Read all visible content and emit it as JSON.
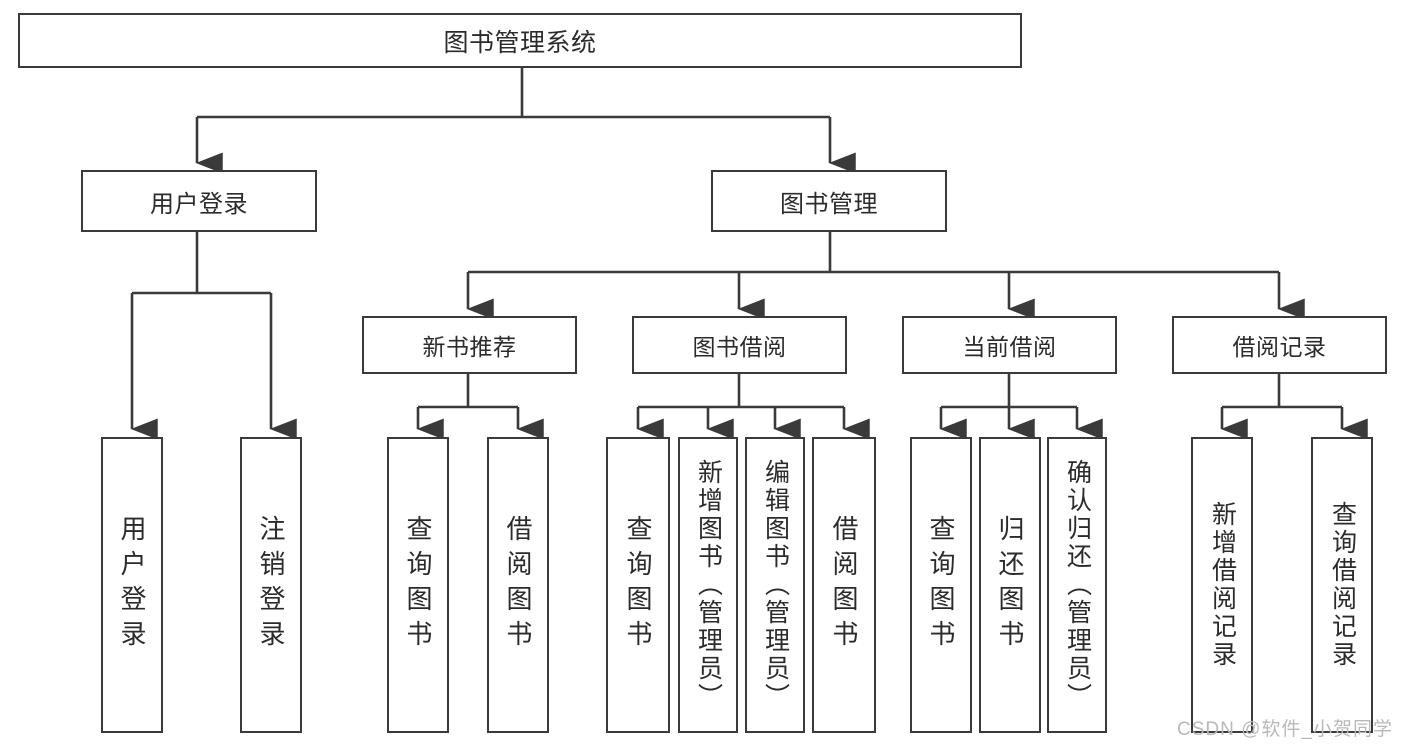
{
  "diagram": {
    "title": "图书管理系统",
    "type": "tree-hierarchy",
    "root": {
      "label": "图书管理系统"
    },
    "level2": [
      {
        "label": "用户登录"
      },
      {
        "label": "图书管理"
      }
    ],
    "level3": [
      {
        "label": "新书推荐"
      },
      {
        "label": "图书借阅"
      },
      {
        "label": "当前借阅"
      },
      {
        "label": "借阅记录"
      }
    ],
    "leaves": {
      "user_login": [
        {
          "label": "用户登录"
        },
        {
          "label": "注销登录"
        }
      ],
      "new_book_recommend": [
        {
          "label": "查询图书"
        },
        {
          "label": "借阅图书"
        }
      ],
      "book_borrow": [
        {
          "label": "查询图书"
        },
        {
          "label": "新增图书（管理员）"
        },
        {
          "label": "编辑图书（管理员）"
        },
        {
          "label": "借阅图书"
        }
      ],
      "current_borrow": [
        {
          "label": "查询图书"
        },
        {
          "label": "归还图书"
        },
        {
          "label": "确认归还（管理员）"
        }
      ],
      "borrow_records": [
        {
          "label": "新增借阅记录"
        },
        {
          "label": "查询借阅记录"
        }
      ]
    }
  },
  "watermark": {
    "text": "CSDN @软件_小贺同学"
  },
  "colors": {
    "stroke": "#3a3a3a",
    "background": "#ffffff",
    "text": "#2b2b2b",
    "watermark": "#b9b9b9"
  }
}
